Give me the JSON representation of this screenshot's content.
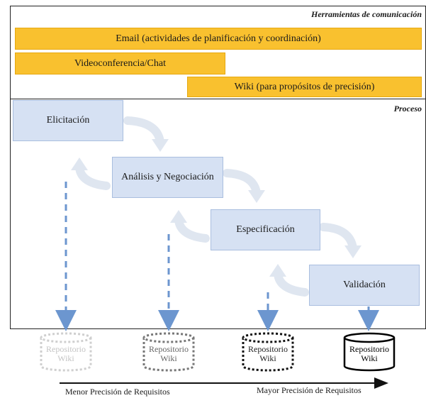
{
  "communication_tools": {
    "title": "Herramientas de comunicación",
    "items": [
      "Email (actividades de planificación y coordinación)",
      "Videoconferencia/Chat",
      "Wiki (para propósitos de precisión)"
    ]
  },
  "process": {
    "title": "Proceso",
    "steps": [
      "Elicitación",
      "Análisis y Negociación",
      "Especificación",
      "Validación"
    ]
  },
  "repositories": {
    "label_line1": "Repositorio",
    "label_line2": "Wiki"
  },
  "precision_axis": {
    "left_label": "Menor Precisión de Requisitos",
    "right_label": "Mayor Precisión de Requisitos"
  },
  "colors": {
    "tool_bar": "#f9c12f",
    "step_box": "#d6e1f3",
    "curved_arrow": "#dfe6f0",
    "dashed_arrow": "#6c96cf"
  }
}
